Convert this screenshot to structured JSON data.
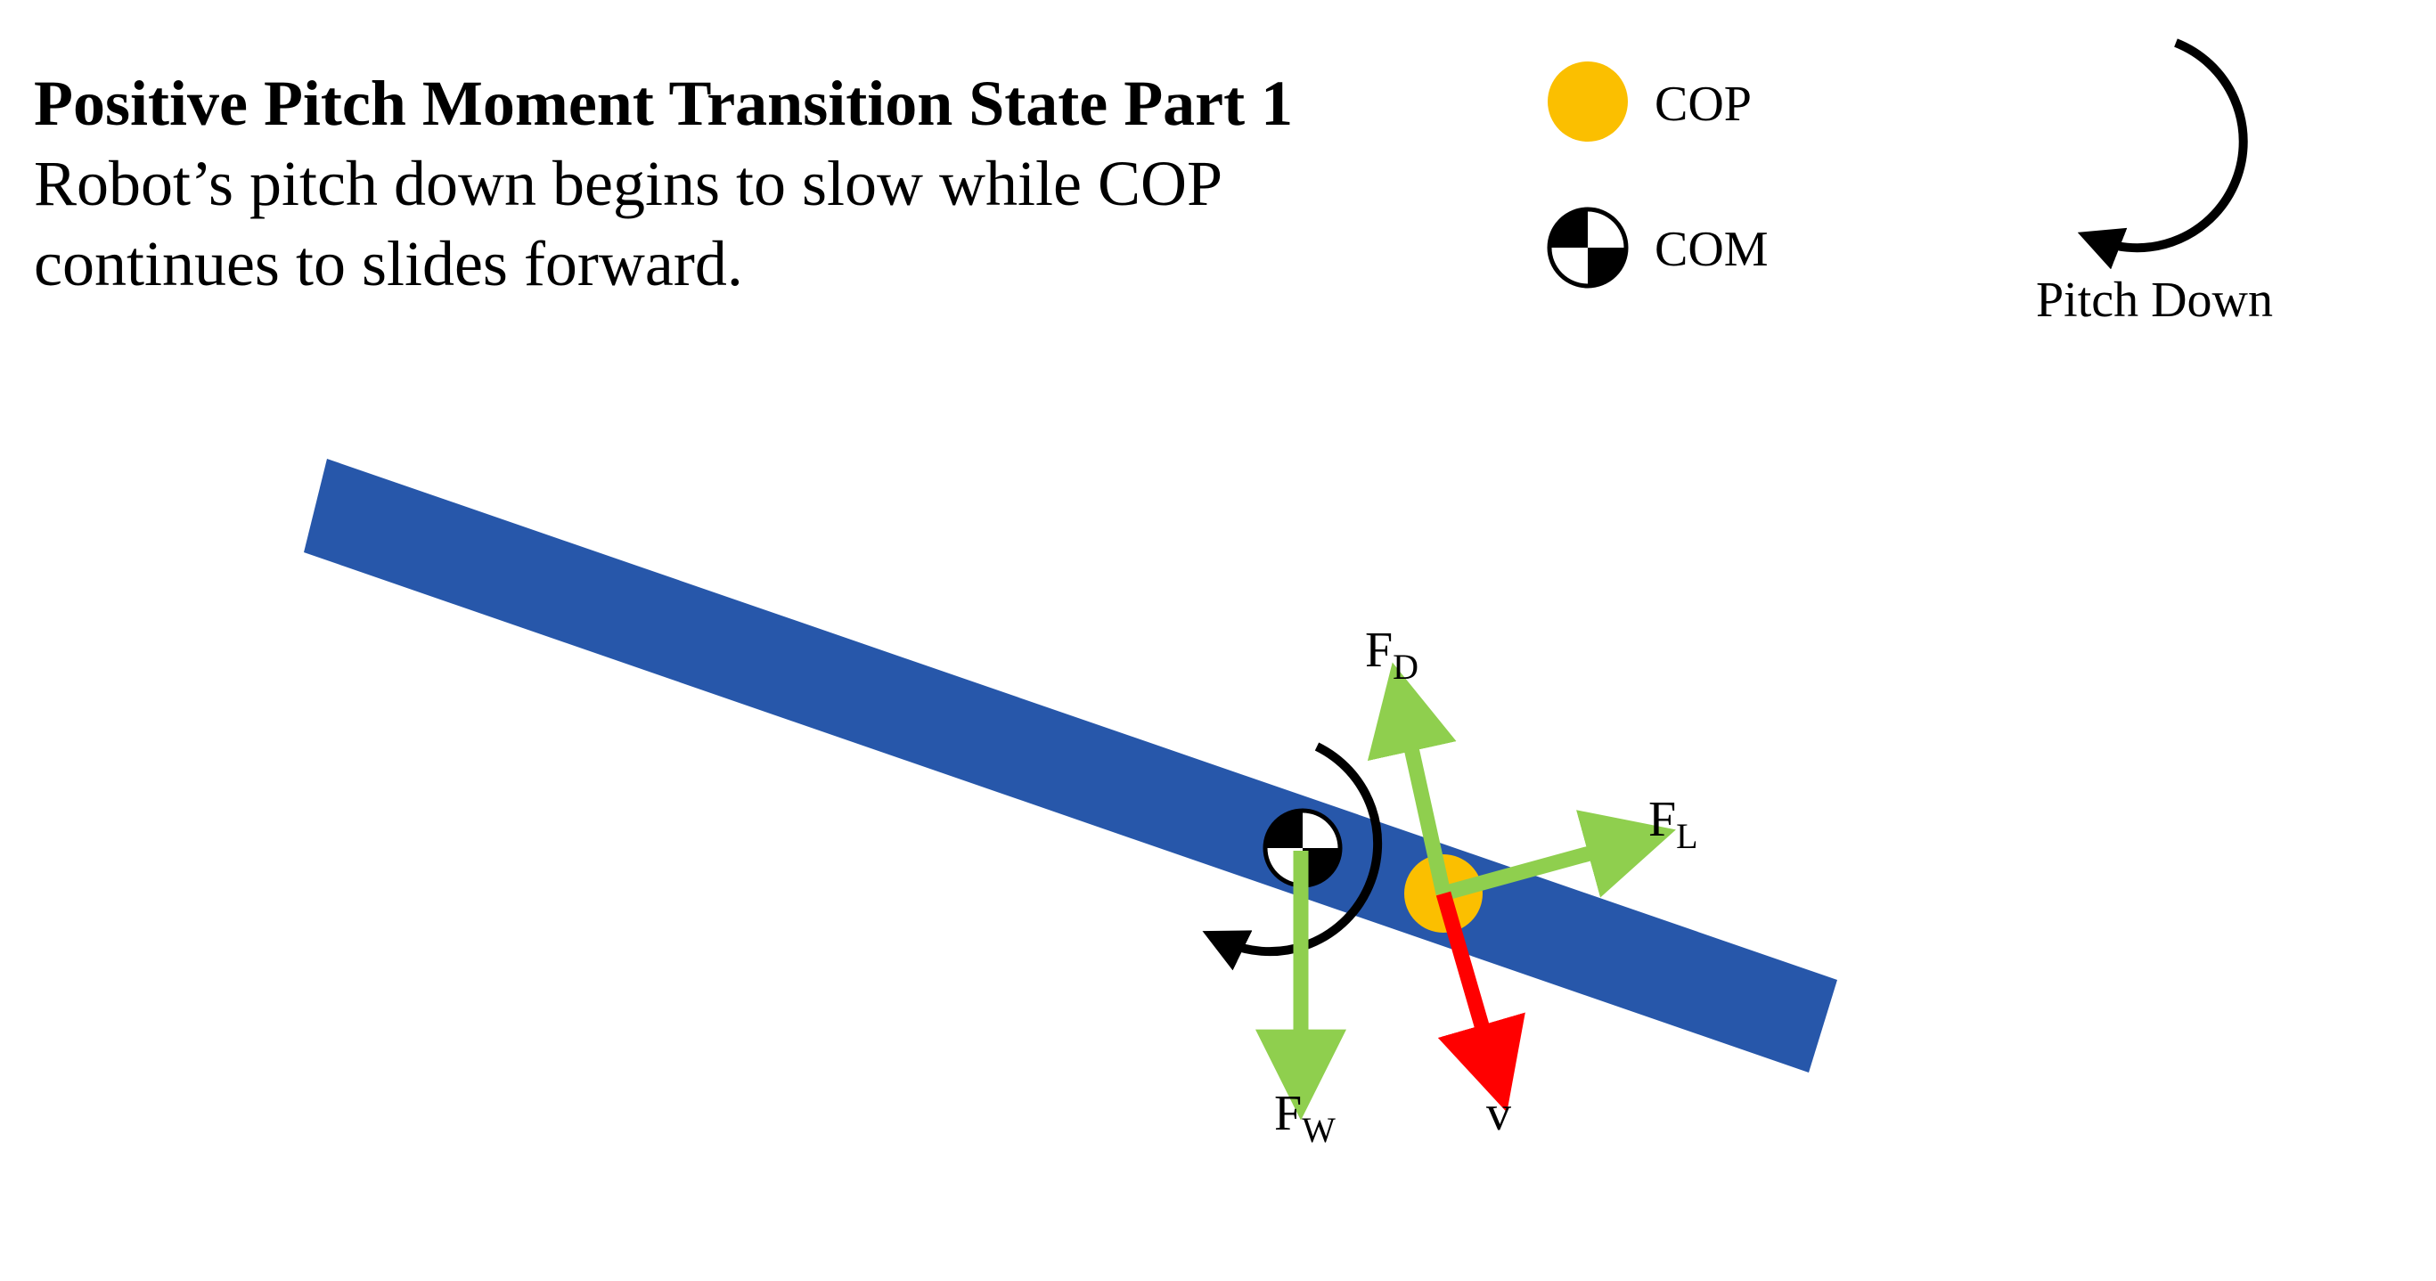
{
  "header": {
    "title": "Positive Pitch Moment Transition State Part 1",
    "description_line1": "Robot’s pitch down begins to slow while COP",
    "description_line2": "continues to slides forward."
  },
  "legend": {
    "cop_label": "COP",
    "com_label": "COM",
    "pitch_label": "Pitch Down"
  },
  "forces": {
    "drag": {
      "symbol": "F",
      "subscript": "D"
    },
    "lift": {
      "symbol": "F",
      "subscript": "L"
    },
    "weight": {
      "symbol": "F",
      "subscript": "W"
    },
    "velocity": {
      "symbol": "v"
    }
  },
  "colors": {
    "body": "#2757aa",
    "cop": "#fbbf00",
    "force": "#8fcf4e",
    "velocity": "#ff0000",
    "ink": "#000000"
  }
}
